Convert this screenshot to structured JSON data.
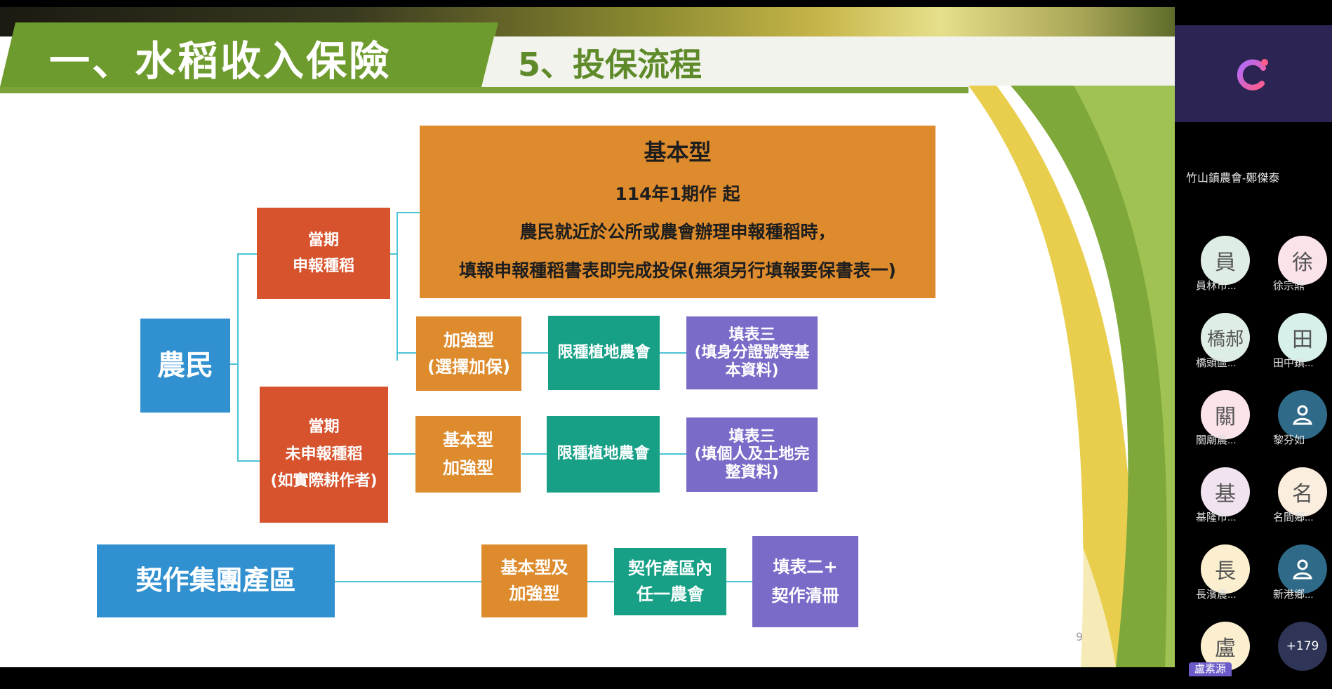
{
  "slide": {
    "title": "一、水稻收入保險",
    "subtitle": "5、投保流程",
    "page_number": "9",
    "farmer": "農民",
    "declared": "當期\n申報種稻",
    "undeclared": "當期\n未申報種稻\n(如實際耕作者)",
    "basic_title": "基本型",
    "basic_line1": "114年1期作 起",
    "basic_line2": "農民就近於公所或農會辦理申報種稻時，",
    "basic_line3": "填報申報種稻書表即完成投保(無須另行填報要保書表一)",
    "enhanced": "加強型\n(選擇加保)",
    "restricted_1": "限種植地農會",
    "form3_id": "填表三\n(填身分證號等基\n本資料)",
    "basic_enhanced": "基本型\n加強型",
    "restricted_2": "限種植地農會",
    "form3_land": "填表三\n(填個人及土地完\n整資料)",
    "contract_group": "契作集團產區",
    "basic_and_enhanced": "基本型及\n加強型",
    "contract_farm_assoc": "契作產區內\n任一農會",
    "form2": "填表二+\n契作清冊"
  },
  "panel": {
    "host_name": "竹山鎮農會-鄭傑泰",
    "overflow_count": "+179",
    "speaker_tag": "盧素源",
    "participants": [
      {
        "avatar": "員",
        "name": "員林市...",
        "bg": "#dfeee4"
      },
      {
        "avatar": "徐",
        "name": "徐宗鼎",
        "bg": "#fbe3ea"
      },
      {
        "avatar": "橋郝",
        "name": "橋頭區...",
        "bg": "#dfeee4"
      },
      {
        "avatar": "田",
        "name": "田中鎮...",
        "bg": "#d7f0ea"
      },
      {
        "avatar": "關",
        "name": "關廟農...",
        "bg": "#fbe3ea"
      },
      {
        "avatar": "person-icon",
        "name": "黎芬如",
        "bg": "#2f6a88"
      },
      {
        "avatar": "基",
        "name": "基隆市...",
        "bg": "#f1e3ef"
      },
      {
        "avatar": "名",
        "name": "名間鄉...",
        "bg": "#fbeede"
      },
      {
        "avatar": "長",
        "name": "長濱農...",
        "bg": "#fbefd0"
      },
      {
        "avatar": "person-icon",
        "name": "新港鄉...",
        "bg": "#2f6a88"
      },
      {
        "avatar": "盧",
        "name": "",
        "bg": "#fbefd0"
      }
    ]
  },
  "colors": {
    "blue": "#3190d0",
    "red": "#d6532d",
    "orange": "#dd8b2d",
    "teal": "#17a086",
    "purple": "#7b6bc8",
    "title_green": "#6e9b2e",
    "connector": "#4cc3d6"
  }
}
